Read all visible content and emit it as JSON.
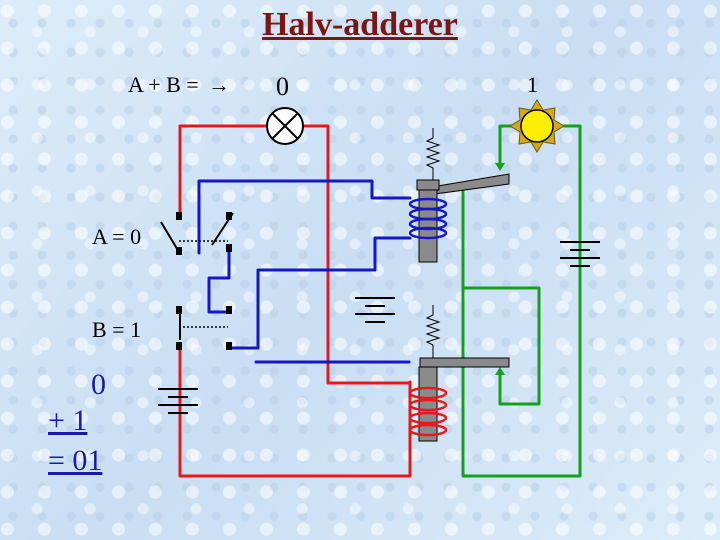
{
  "title": "Halv-adderer",
  "equation_label": "A + B =",
  "arrow_glyph": "→",
  "lamp_off_value": "0",
  "lamp_on_value": "1",
  "input_a_label": "A = 0",
  "input_b_label": "B = 1",
  "sum_line1": "0",
  "sum_line2": "+   1",
  "sum_line3": "= 01",
  "colors": {
    "title": "#7a1616",
    "red_wire": "#e8181a",
    "blue_wire": "#1416c8",
    "green_wire": "#14a01e",
    "sum_text": "#1a1aa6",
    "lamp_on": "#ffee00"
  },
  "icons": [
    "lamp-off-icon",
    "lamp-on-icon",
    "battery-icon",
    "switch-icon",
    "relay-coil-icon",
    "spring-icon"
  ]
}
